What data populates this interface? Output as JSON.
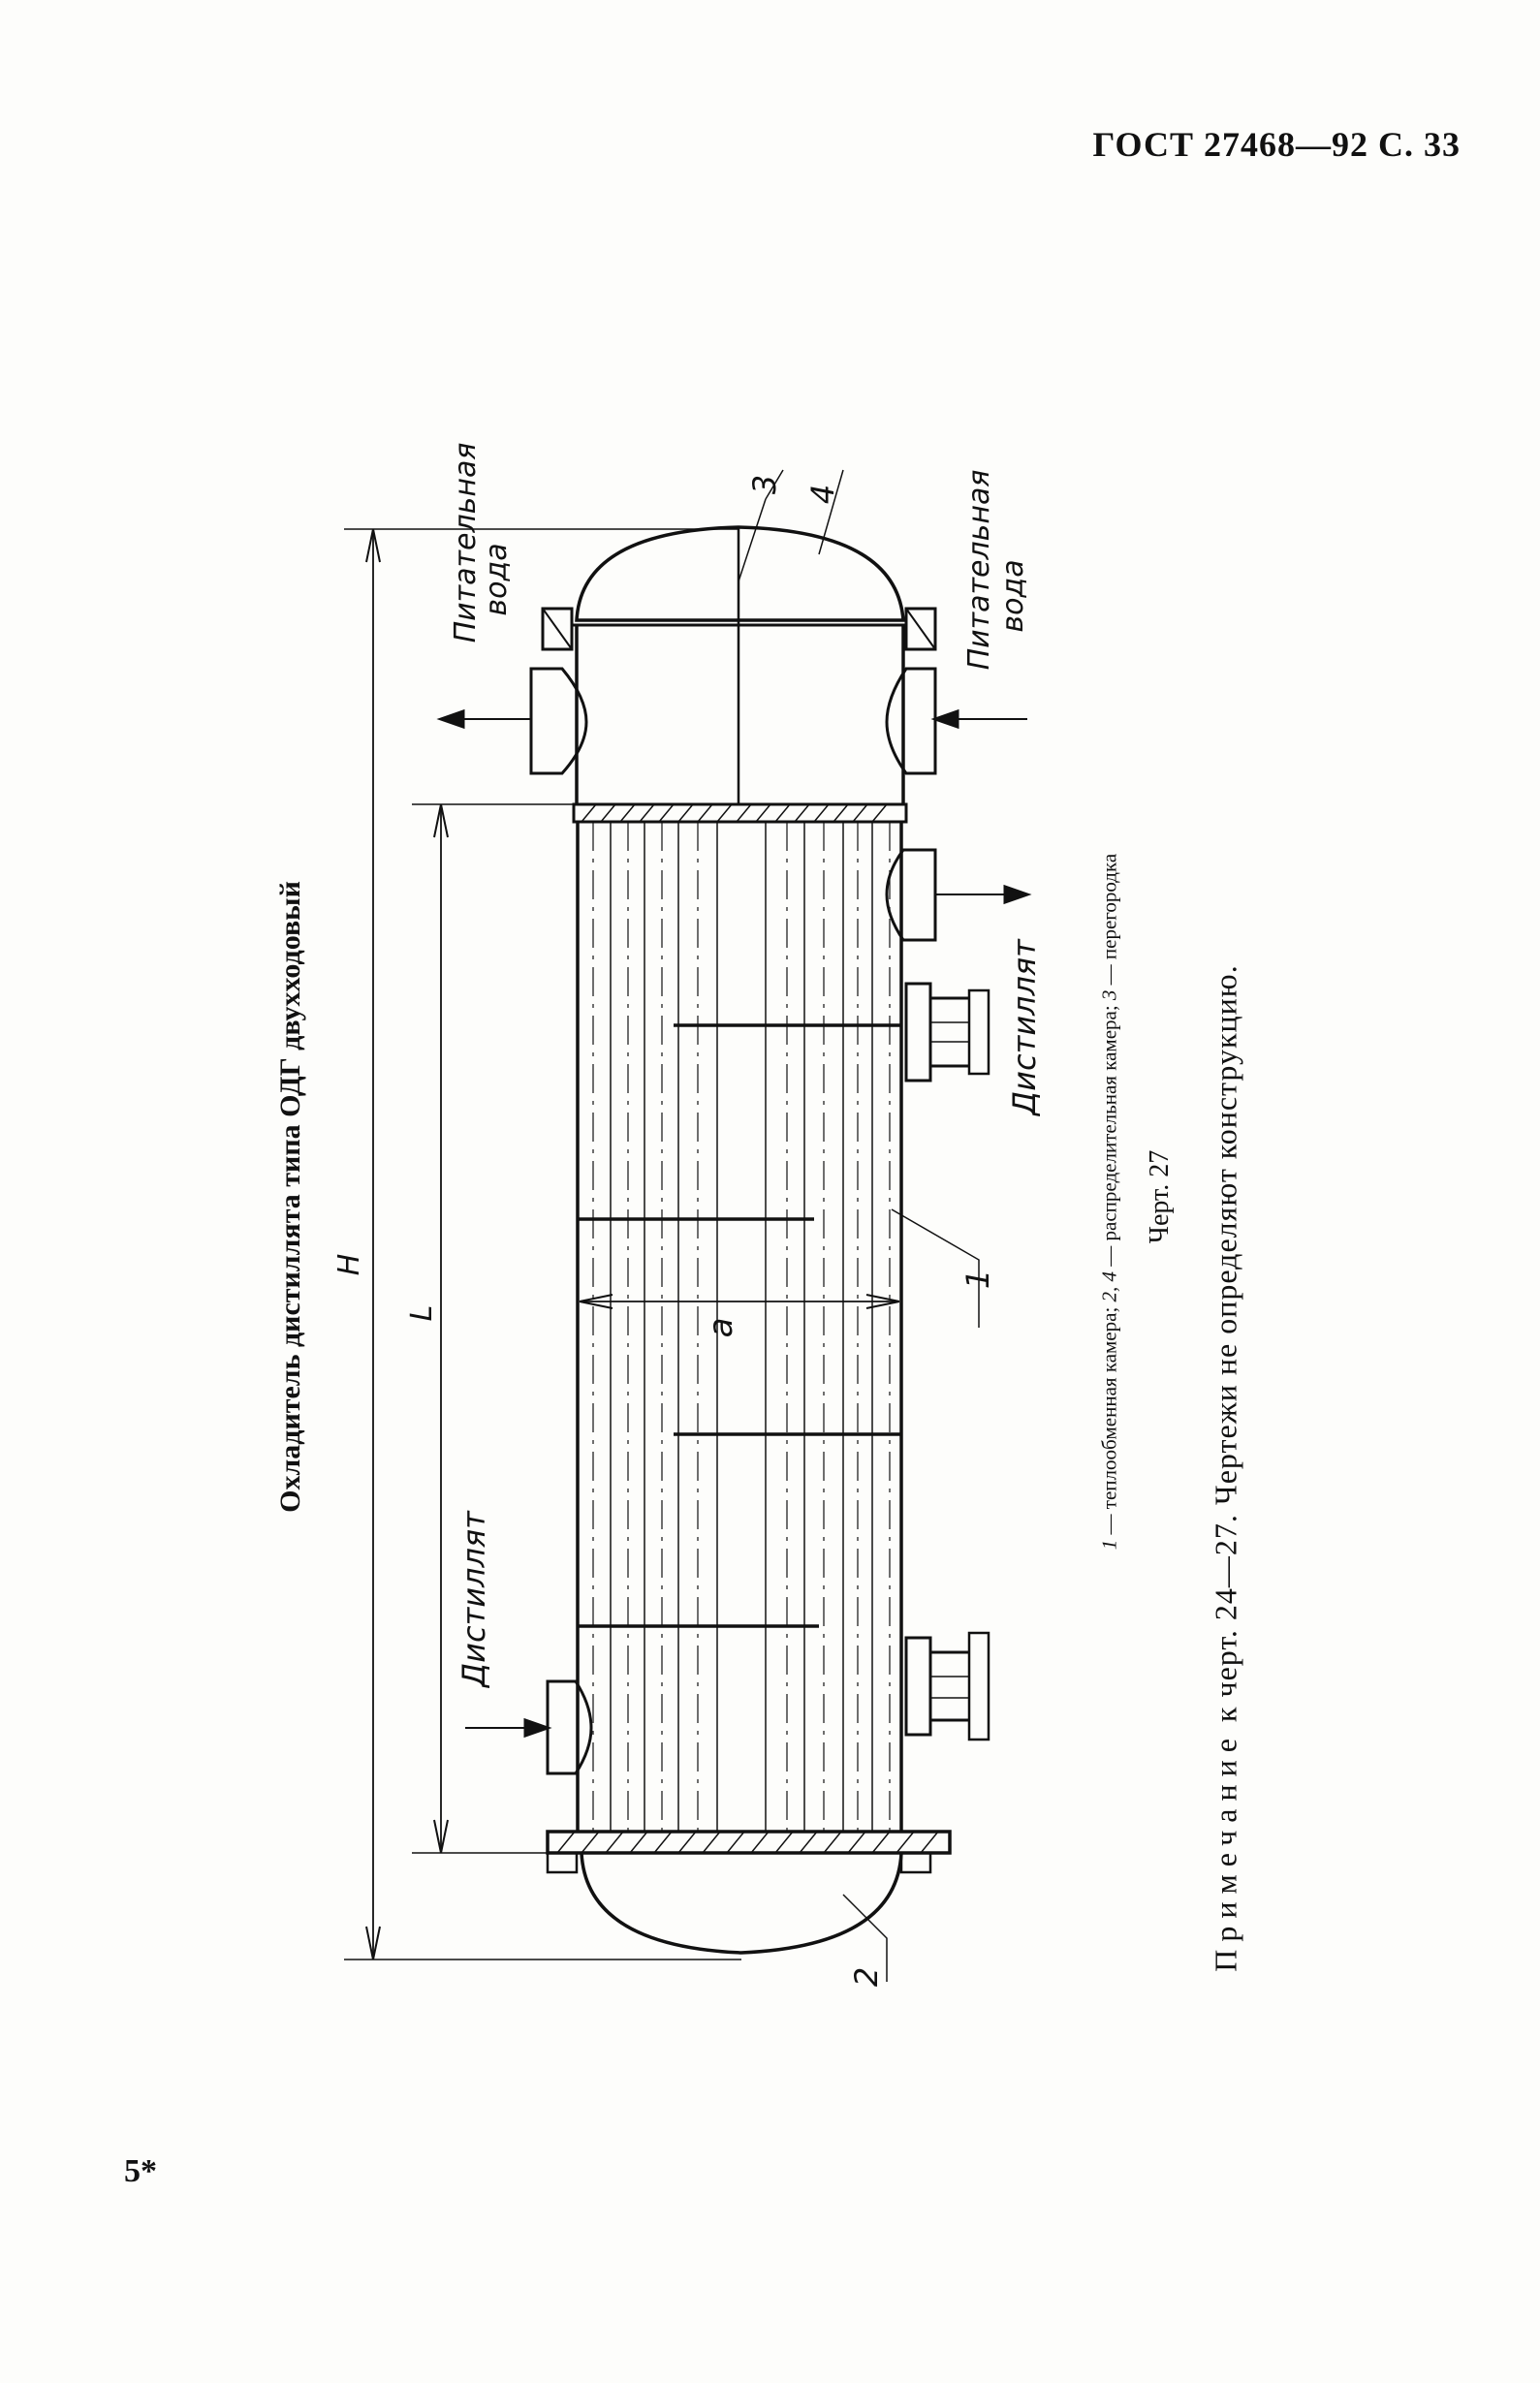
{
  "header": {
    "text": "ГОСТ 27468—92 С. 33"
  },
  "title": {
    "text": "Охладитель дистиллята типа ОДГ двухходовый"
  },
  "drawing": {
    "labels": {
      "H": "H",
      "L": "L",
      "a": "a",
      "part1": "1",
      "part2": "2",
      "part3": "3",
      "part4": "4",
      "feed_water_1": "Питательная",
      "feed_water_2": "вода",
      "distillate": "Дистиллят"
    }
  },
  "legend": {
    "n1": "1",
    "t1": " — теплообменная камера; ",
    "n24": "2, 4",
    "t24": " — распределительная камера; ",
    "n3": "3",
    "t3": " — перегородка"
  },
  "figure_label": "Черт. 27",
  "note": {
    "word": "Примечание",
    "text": " к черт. 24—27. Чертежи не определяют конструкцию."
  },
  "page_mark": "5*"
}
